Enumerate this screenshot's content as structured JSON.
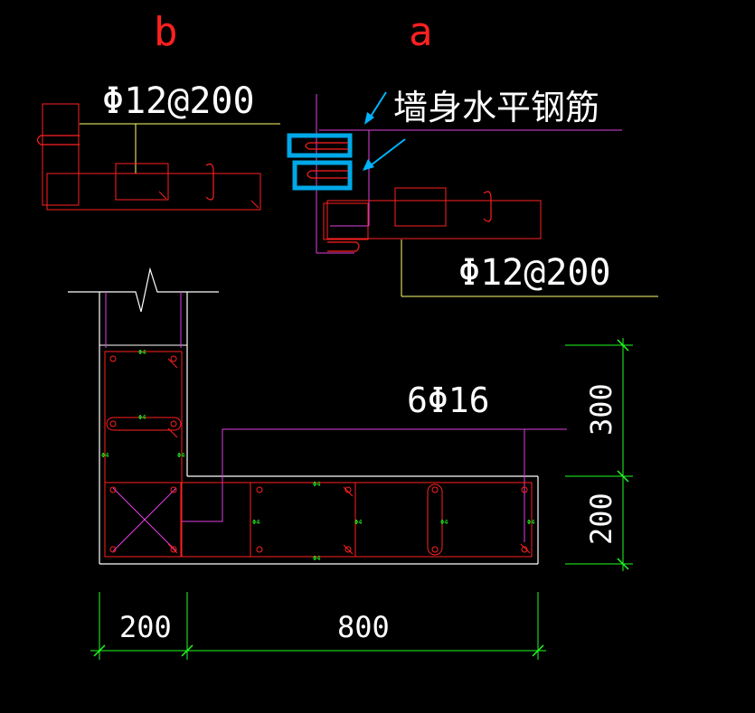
{
  "labels": {
    "section_b": "b",
    "section_a": "a",
    "rebar_b": "Φ12@200",
    "rebar_a": "Φ12@200",
    "wall_horizontal_rebar": "墙身水平钢筋",
    "corner_rebar": "6Φ16",
    "tie_small": "Φ4"
  },
  "dimensions": {
    "h_left": "200",
    "h_right": "800",
    "v_top": "300",
    "v_bottom": "200"
  },
  "colors": {
    "background": "#000000",
    "red": "#ff2020",
    "magenta": "#e040e0",
    "white": "#ffffff",
    "yellow": "#ffff70",
    "green": "#20ff20",
    "cyan": "#00b4ff",
    "blue_highlight": "#00a8e8"
  }
}
